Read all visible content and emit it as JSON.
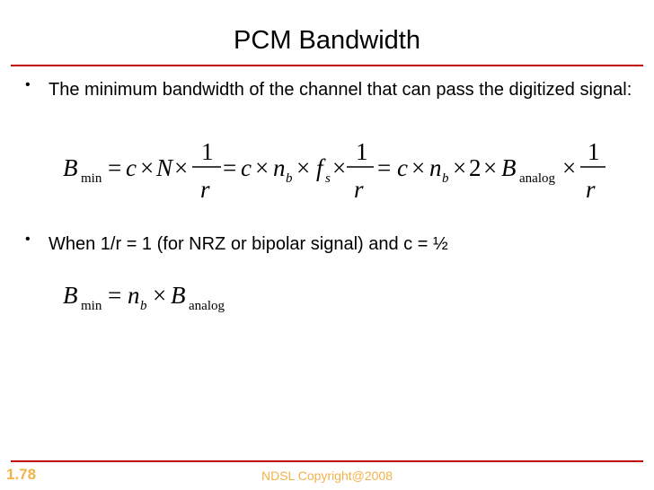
{
  "slide": {
    "title": "PCM Bandwidth",
    "bullets": [
      "The minimum bandwidth of the channel that can pass the digitized signal:",
      "When 1/r = 1 (for NRZ or bipolar signal) and c = ½"
    ]
  },
  "footer": {
    "slide_number": "1.78",
    "copyright": "NDSL Copyright@2008"
  },
  "colors": {
    "rule": "#c00000",
    "footer": "#f3b24a"
  }
}
